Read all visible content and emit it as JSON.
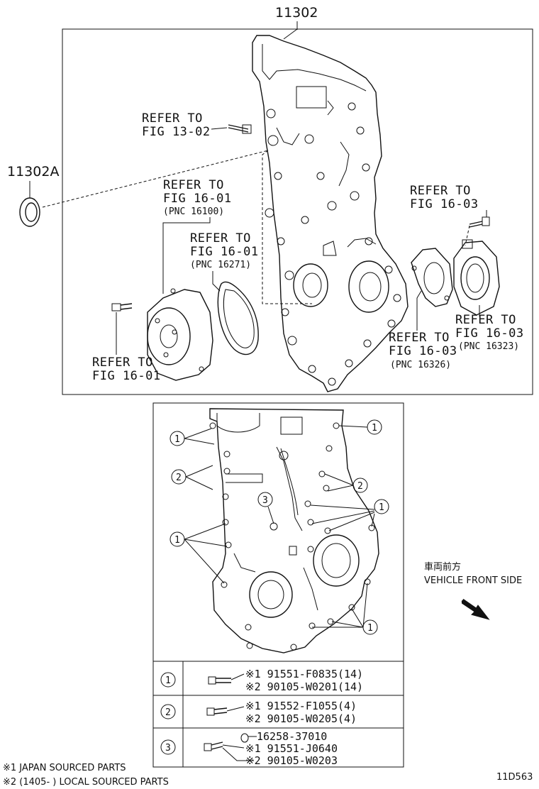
{
  "diagram_id": "11D563",
  "part_main": "11302",
  "part_seal": "11302A",
  "refs": {
    "r1302": {
      "l1": "REFER TO",
      "l2": "FIG 13-02"
    },
    "r16100": {
      "l1": "REFER TO",
      "l2": "FIG 16-01",
      "pnc": "(PNC 16100)"
    },
    "r16271": {
      "l1": "REFER TO",
      "l2": "FIG 16-01",
      "pnc": "(PNC 16271)"
    },
    "r1601b": {
      "l1": "REFER TO",
      "l2": "FIG 16-01"
    },
    "r1603a": {
      "l1": "REFER TO",
      "l2": "FIG 16-03"
    },
    "r16323": {
      "l1": "REFER TO",
      "l2": "FIG 16-03",
      "pnc": "(PNC 16323)"
    },
    "r16326": {
      "l1": "REFER TO",
      "l2": "FIG 16-03",
      "pnc": "(PNC 16326)"
    }
  },
  "vehicle_front": {
    "jp": "車両前方",
    "en": "VEHICLE FRONT SIDE"
  },
  "callouts": {
    "c1": "1",
    "c2": "2",
    "c3": "3"
  },
  "bolt_table": [
    {
      "no": "1",
      "lines": [
        "※1 91551-F0835(14)",
        "※2 90105-W0201(14)"
      ]
    },
    {
      "no": "2",
      "lines": [
        "※1 91552-F1055(4)",
        "※2 90105-W0205(4)"
      ]
    },
    {
      "no": "3",
      "lines": [
        "16258-37010",
        "※1 91551-J0640",
        "※2 90105-W0203"
      ]
    }
  ],
  "footnotes": {
    "f1": "※1 JAPAN SOURCED PARTS",
    "f2": "※2 (1405-      ) LOCAL SOURCED PARTS"
  }
}
